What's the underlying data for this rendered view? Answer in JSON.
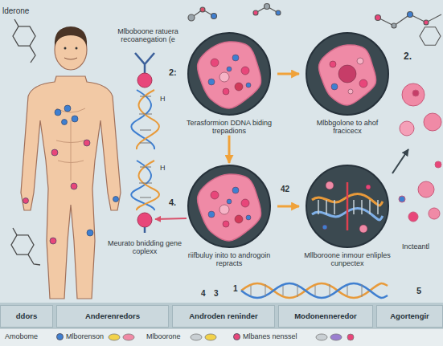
{
  "diagram": {
    "nodes": [
      {
        "text": [
          "Terasformion DDNA biding trepadions"
        ]
      },
      {
        "text": [
          "Mlbbgolone to ahof fracicecx"
        ]
      },
      {
        "text": [
          "riifbuluy inito to androgoin repracts"
        ]
      },
      {
        "text": [
          "Mllboroone inmour enliples cunpectex"
        ]
      },
      {
        "text": [
          "ddors"
        ]
      },
      {
        "text": [
          "Anderenredors"
        ]
      },
      {
        "text": [
          "Androden reninder"
        ]
      },
      {
        "text": [
          "Modonenneredor"
        ]
      },
      {
        "text": [
          "Agortengir"
        ]
      }
    ],
    "edges": [
      {
        "from": 0,
        "to": 1,
        "arrow": "to"
      },
      {
        "from": 0,
        "to": 2,
        "arrow": "to"
      },
      {
        "from": 2,
        "to": 3,
        "arrow": "to"
      }
    ],
    "labels": [
      "lderone",
      "Mlboboone ratuera recoanegation (e",
      "2:",
      "H",
      "2.",
      "4.",
      "42",
      "H",
      "Meurato bnidding gene coplexx",
      "Incteantl",
      "5",
      "4",
      "3",
      "1",
      "Amobome"
    ],
    "legend": [
      {
        "text": "Mlborenson",
        "color": "#3f7fd0"
      },
      {
        "text": "Mlboorone"
      },
      {
        "text": "Mlbanes nenssel",
        "color": "#e8467a"
      }
    ]
  }
}
